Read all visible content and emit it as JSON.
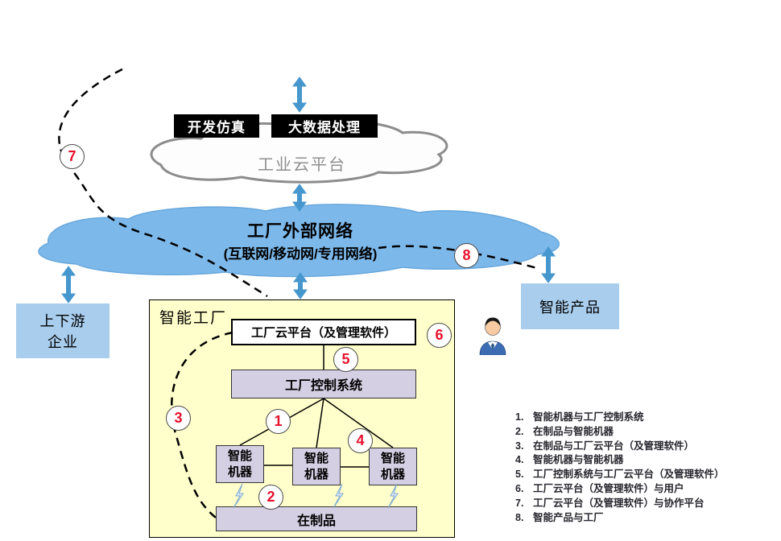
{
  "diagram": {
    "cloud_apps": {
      "dev_sim": "开发仿真",
      "big_data": "大数据处理"
    },
    "industrial_cloud": "工业云平台",
    "external_network": {
      "title": "工厂外部网络",
      "subtitle": "(互联网/移动网/专用网络)"
    },
    "partners_box": "上下游企业",
    "products_box": "智能产品",
    "factory": {
      "title": "智能工厂",
      "cloud_platform": "工厂云平台（及管理软件）",
      "control_system": "工厂控制系统",
      "machine": "智能机器",
      "wip": "在制品"
    },
    "badges": [
      "1",
      "2",
      "3",
      "4",
      "5",
      "6",
      "7",
      "8"
    ],
    "legend": [
      {
        "num": "1.",
        "text": "智能机器与工厂控制系统"
      },
      {
        "num": "2.",
        "text": "在制品与智能机器"
      },
      {
        "num": "3.",
        "text": "在制品与工厂云平台（及管理软件）"
      },
      {
        "num": "4.",
        "text": "智能机器与智能机器"
      },
      {
        "num": "5.",
        "text": "工厂控制系统与工厂云平台（及管理软件）"
      },
      {
        "num": "6.",
        "text": "工厂云平台（及管理软件）与用户"
      },
      {
        "num": "7.",
        "text": "工厂云平台（及管理软件）与协作平台"
      },
      {
        "num": "8.",
        "text": "智能产品与工厂"
      }
    ],
    "colors": {
      "arrow_blue": "#4597CE",
      "network_fill": "#7CB8EA",
      "node_blue": "#A8CDED",
      "factory_fill": "#FFFFCB",
      "module_fill": "#D5CFE3",
      "badge_number_red": "#E8112D"
    }
  }
}
